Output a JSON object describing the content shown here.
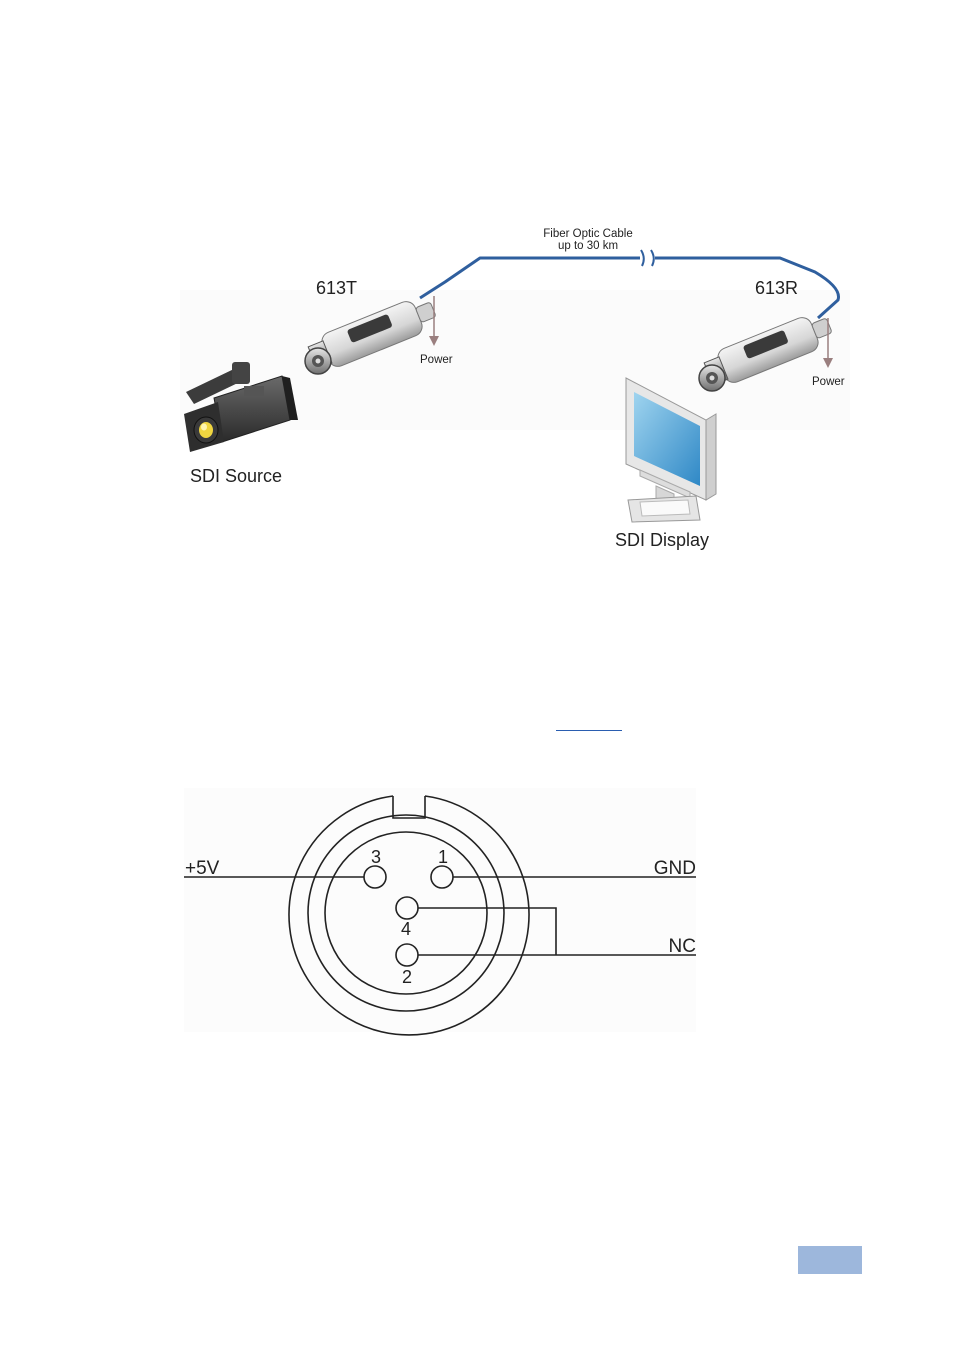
{
  "system_diagram": {
    "cable_label_line1": "Fiber Optic Cable",
    "cable_label_line2": "up to 30 km",
    "transmitter_label": "613T",
    "receiver_label": "613R",
    "power_label_tx": "Power",
    "power_label_rx": "Power",
    "source_label": "SDI Source",
    "display_label": "SDI Display"
  },
  "connector_diagram": {
    "pin_3": "3",
    "pin_1": "1",
    "pin_4": "4",
    "pin_2": "2",
    "label_plus5v": "+5V",
    "label_gnd": "GND",
    "label_nc": "NC"
  },
  "colors": {
    "fiber_cable": "#2f5f9e",
    "power_arrow": "#9a7f7f",
    "page_tab": "#9db7dc",
    "link": "#2a5db0"
  }
}
